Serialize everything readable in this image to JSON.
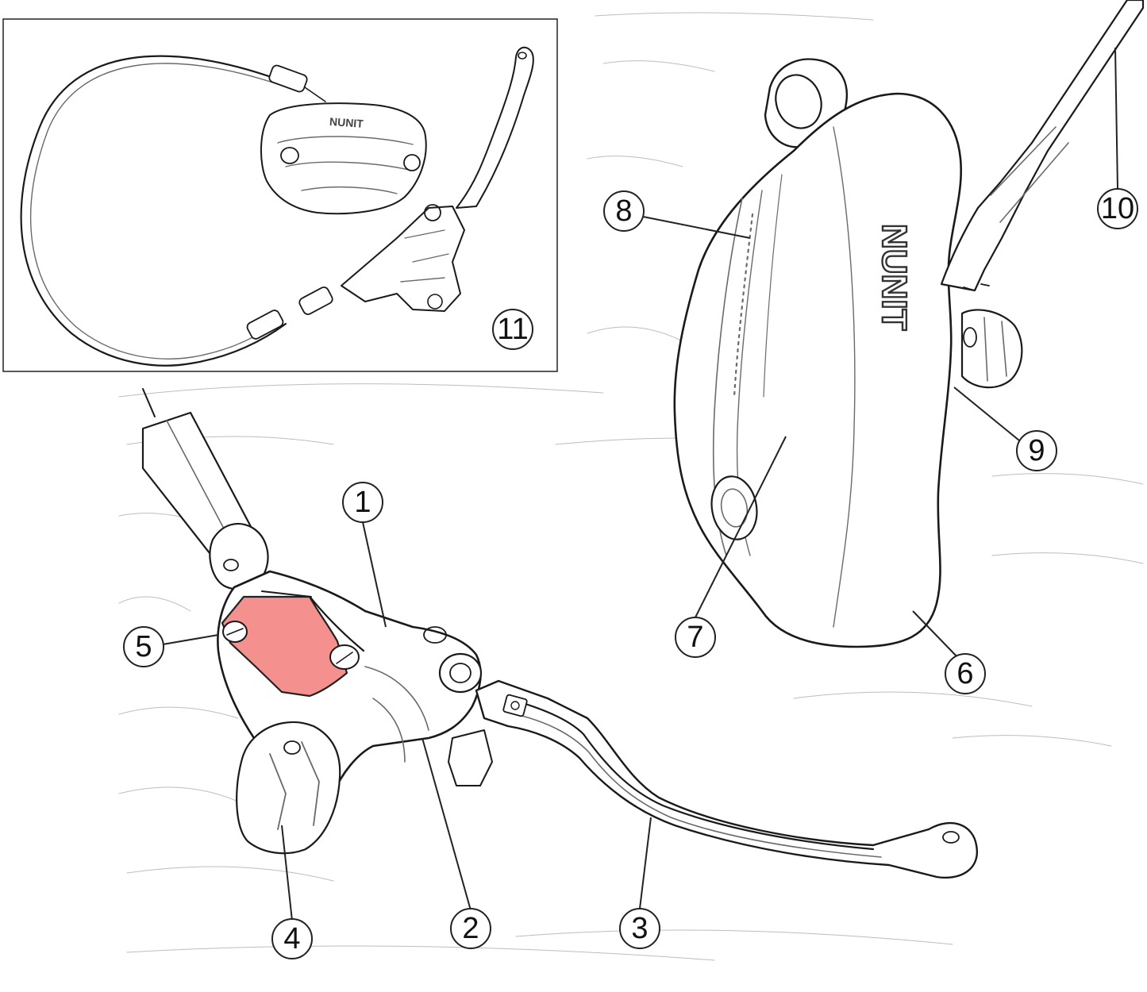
{
  "diagram": {
    "highlight_color": "#f4918f",
    "brand_marking": "NUNIT",
    "callouts": [
      {
        "id": "1",
        "label": "1"
      },
      {
        "id": "2",
        "label": "2"
      },
      {
        "id": "3",
        "label": "3"
      },
      {
        "id": "4",
        "label": "4"
      },
      {
        "id": "5",
        "label": "5"
      },
      {
        "id": "6",
        "label": "6"
      },
      {
        "id": "7",
        "label": "7"
      },
      {
        "id": "8",
        "label": "8"
      },
      {
        "id": "9",
        "label": "9"
      },
      {
        "id": "10",
        "label": "10"
      },
      {
        "id": "11",
        "label": "11"
      }
    ]
  }
}
